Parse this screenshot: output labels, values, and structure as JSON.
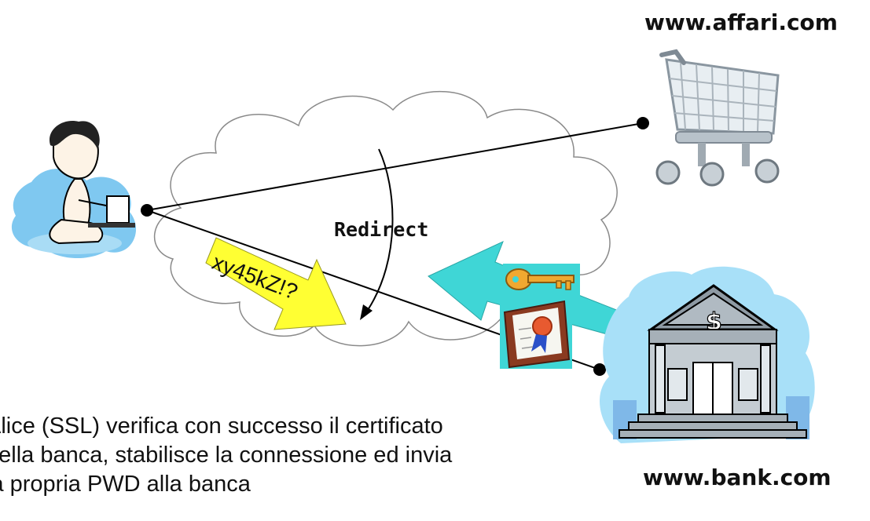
{
  "sites": {
    "shop_url": "www.affari.com",
    "bank_url": "www.bank.com"
  },
  "network": {
    "redirect_label": "Redirect",
    "password_text": "xy45kZ!?"
  },
  "caption": {
    "line1": "Alice (SSL) verifica con successo il certificato",
    "line2": "della banca, stabilisce la connessione ed invia",
    "line3": "la propria PWD alla banca"
  },
  "icons": {
    "user": "alice-at-laptop-icon",
    "shop": "shopping-cart-icon",
    "bank": "bank-building-icon",
    "key": "key-icon",
    "certificate": "certificate-icon",
    "cloud": "internet-cloud"
  },
  "colors": {
    "password_arrow": "#ffff33",
    "certificate_arrow": "#3fd6d6",
    "key": "#f0a830",
    "bank_sky": "#a8e0f8",
    "user_background": "#7fc8f0"
  }
}
